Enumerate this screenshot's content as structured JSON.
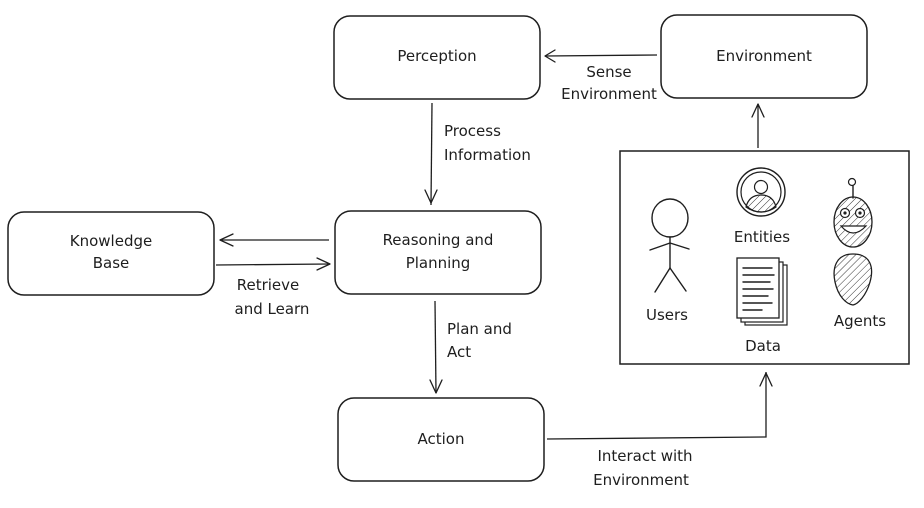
{
  "diagram": {
    "nodes": {
      "perception": "Perception",
      "environment": "Environment",
      "knowledge_base": [
        "Knowledge",
        "Base"
      ],
      "reasoning": [
        "Reasoning and",
        "Planning"
      ],
      "action": "Action"
    },
    "edges": {
      "sense_environment": [
        "Sense",
        "Environment"
      ],
      "process_information": [
        "Process",
        "Information"
      ],
      "retrieve_and_learn": [
        "Retrieve",
        "and Learn"
      ],
      "plan_and_act": [
        "Plan and",
        "Act"
      ],
      "interact_with_environment": [
        "Interact with",
        "Environment"
      ]
    },
    "environment_panel": {
      "users": "Users",
      "entities": "Entities",
      "data": "Data",
      "agents": "Agents"
    }
  }
}
